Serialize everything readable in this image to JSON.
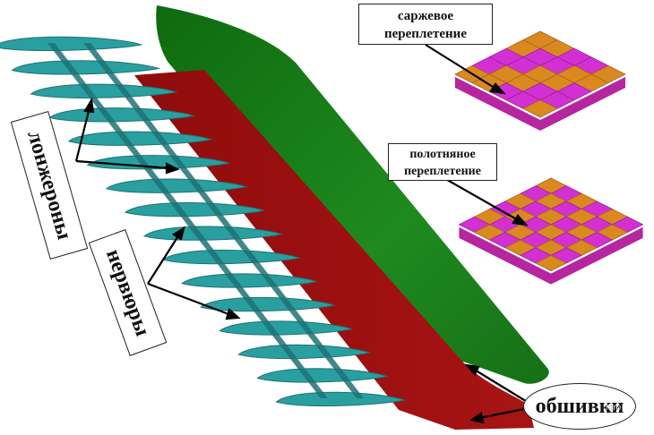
{
  "labels": {
    "spars": "лонжероны",
    "ribs": "нервюры",
    "skins": "обшивки",
    "twill_line1": "саржевое",
    "twill_line2": "переплетение",
    "plain_line1": "полотняное",
    "plain_line2": "переплетение",
    "watermark": "ntro"
  },
  "colors": {
    "rib": "#2a9fa0",
    "rib_dark": "#1d7276",
    "skin_red": "#a01010",
    "skin_green": "#1a7a1a",
    "weave_orange": "#d9891f",
    "weave_magenta": "#d330d3"
  }
}
